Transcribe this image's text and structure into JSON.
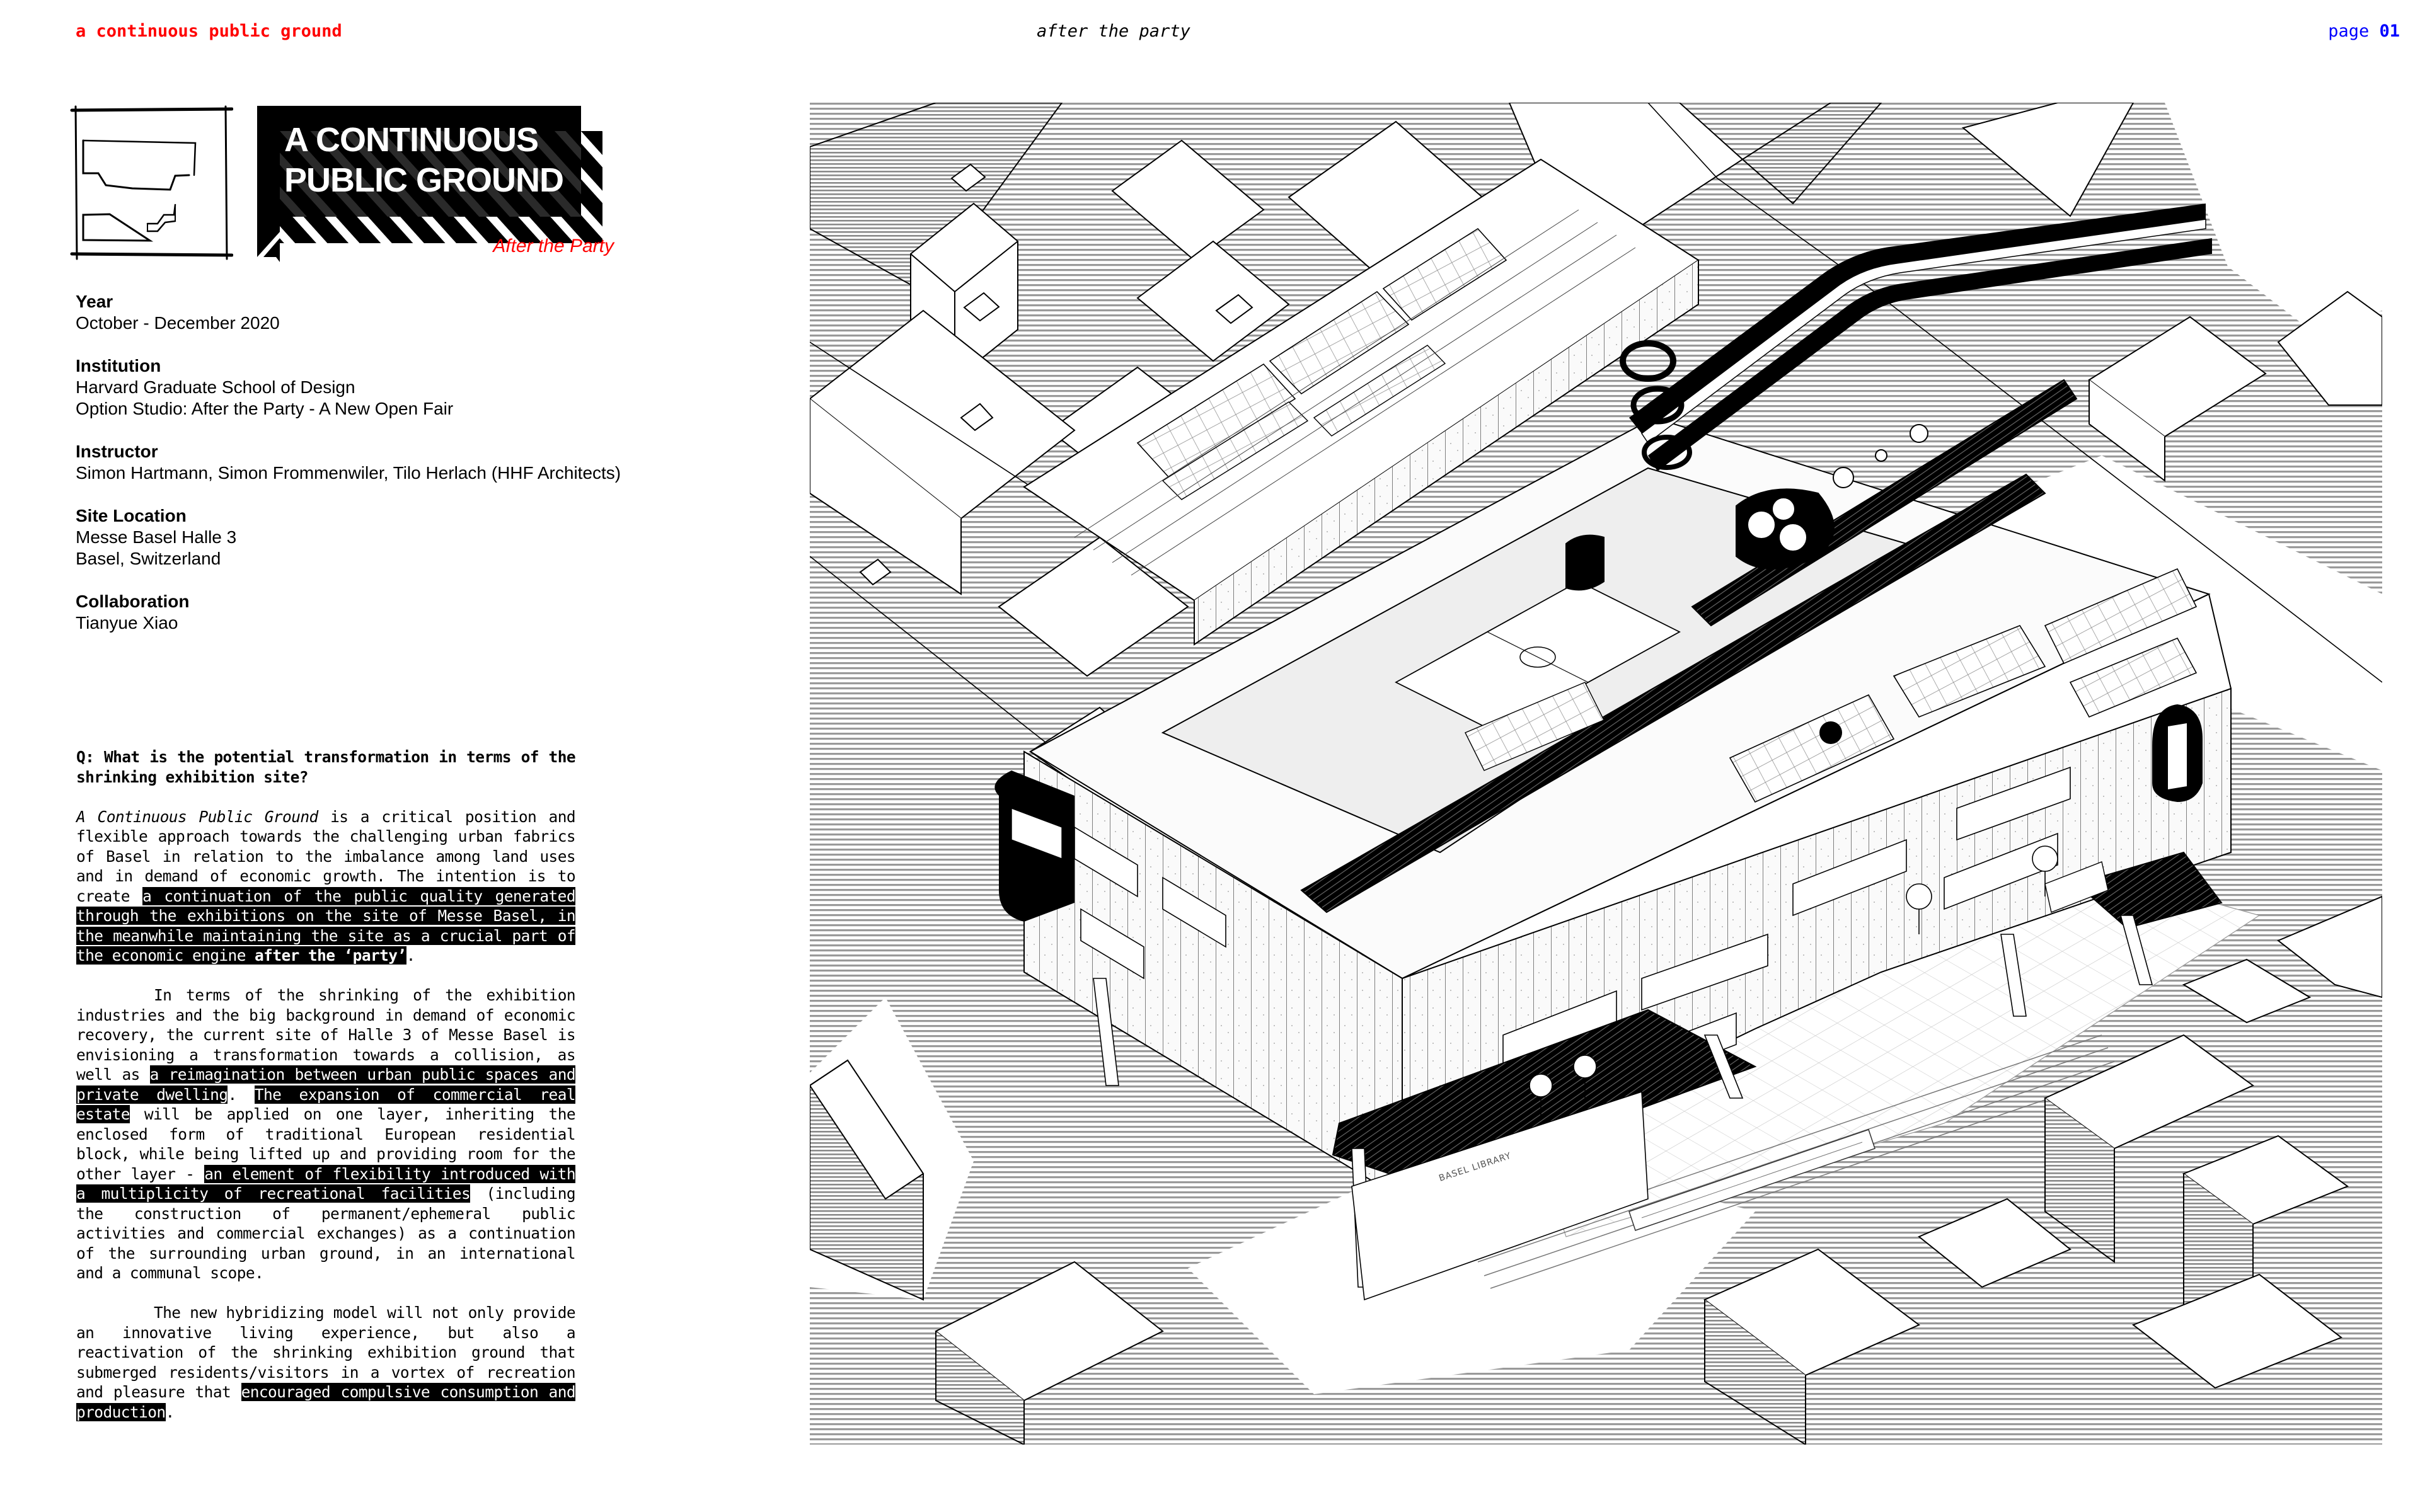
{
  "header": {
    "left": "a continuous public ground",
    "center": "after the party",
    "page_word": "page",
    "page_number": "01"
  },
  "colors": {
    "accent_red": "#ff0000",
    "page_blue": "#0000ff",
    "ink": "#000000"
  },
  "title_block": {
    "line1": "A CONTINUOUS",
    "line2": "PUBLIC GROUND",
    "subtitle": "After the Party"
  },
  "icons": {
    "sketch": "section-sketch-icon"
  },
  "info": [
    {
      "label": "Year",
      "lines": [
        "October - December 2020"
      ]
    },
    {
      "label": "Institution",
      "lines": [
        "Harvard Graduate School of Design",
        "Option Studio: After the Party - A New Open Fair"
      ]
    },
    {
      "label": "Instructor",
      "lines": [
        "Simon Hartmann, Simon Frommenwiler, Tilo Herlach (HHF Architects)"
      ]
    },
    {
      "label": "Site Location",
      "lines": [
        "Messe Basel Halle 3",
        "Basel, Switzerland"
      ]
    },
    {
      "label": "Collaboration",
      "lines": [
        "Tianyue Xiao"
      ]
    }
  ],
  "essay": {
    "question": "Q: What is the potential transformation in terms of the shrinking exhibition site?",
    "p1": {
      "italic_lead": "A Continuous Public Ground",
      "text1": " is a critical position and flexible approach towards the challenging urban fabrics of Basel in relation to the imbalance among land uses and in demand of economic growth. The intention is to create ",
      "highlight1": "a continuation of the public quality generated through the exhibitions on the site of Messe Basel, in the meanwhile maintaining the site as a crucial part of the economic engine ",
      "highlight1_bold": "after the ‘party’",
      "end": "."
    },
    "p2": {
      "text1": "In terms of the shrinking of the exhibition industries and the big background in demand of economic recovery, the current site of Halle 3 of Messe Basel is envisioning a transformation towards a collision, as well as ",
      "highlight1": "a reimagination between urban public spaces and private dwelling",
      "text2": ". ",
      "highlight2": "The expansion of commercial real estate",
      "text3": " will be applied on one layer, inheriting the enclosed form of traditional European residential block, while being lifted up and providing room for the other layer - ",
      "highlight3": "an element of flexibility introduced with a multiplicity of recreational facilities",
      "text4": " (including the construction of permanent/ephemeral public activities and commercial exchanges) as a continuation of the surrounding urban ground, in an international and a communal scope."
    },
    "p3": {
      "text1": "The new hybridizing model will not only provide an innovative living experience, but also a reactivation of the shrinking exhibition ground that submerged residents/visitors in a vortex of recreation and pleasure that ",
      "highlight1": "encouraged compulsive consumption and production",
      "end": "."
    }
  },
  "drawing": {
    "type": "isometric architectural axonometric",
    "sign_text": "BASEL LIBRARY"
  }
}
